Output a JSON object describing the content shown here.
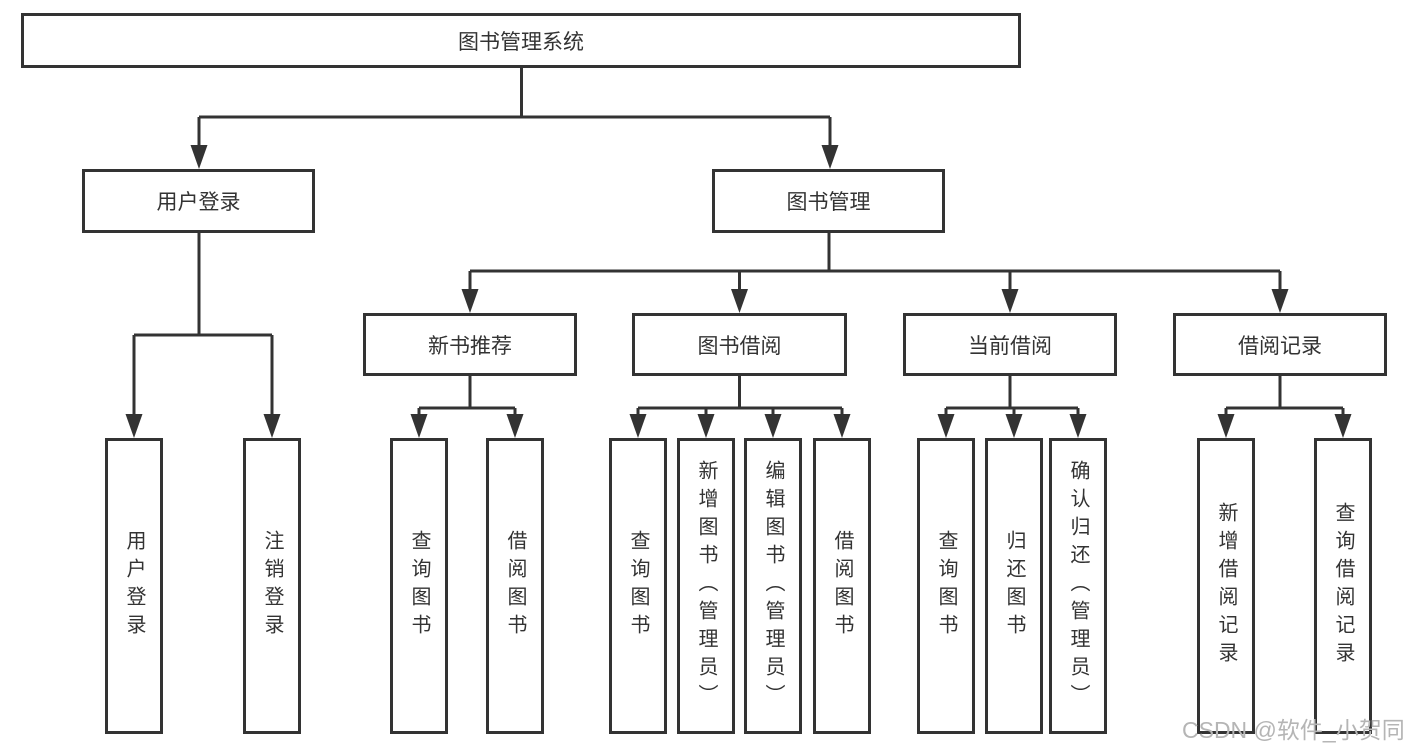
{
  "tree": {
    "root": {
      "label": "图书管理系统"
    },
    "children": [
      {
        "label": "用户登录",
        "children": [
          {
            "label": "用户登录"
          },
          {
            "label": "注销登录"
          }
        ]
      },
      {
        "label": "图书管理",
        "children": [
          {
            "label": "新书推荐",
            "children": [
              {
                "label": "查询图书"
              },
              {
                "label": "借阅图书"
              }
            ]
          },
          {
            "label": "图书借阅",
            "children": [
              {
                "label": "查询图书"
              },
              {
                "label": "新增图书（管理员）"
              },
              {
                "label": "编辑图书（管理员）"
              },
              {
                "label": "借阅图书"
              }
            ]
          },
          {
            "label": "当前借阅",
            "children": [
              {
                "label": "查询图书"
              },
              {
                "label": "归还图书"
              },
              {
                "label": "确认归还（管理员）"
              }
            ]
          },
          {
            "label": "借阅记录",
            "children": [
              {
                "label": "新增借阅记录"
              },
              {
                "label": "查询借阅记录"
              }
            ]
          }
        ]
      }
    ]
  },
  "watermark": {
    "text": "CSDN @软件_小贺同学"
  },
  "colors": {
    "line": "#333333",
    "text": "#333333",
    "box_background": "#ffffff",
    "watermark": "#b5b5b5",
    "page_background": "#ffffff"
  }
}
